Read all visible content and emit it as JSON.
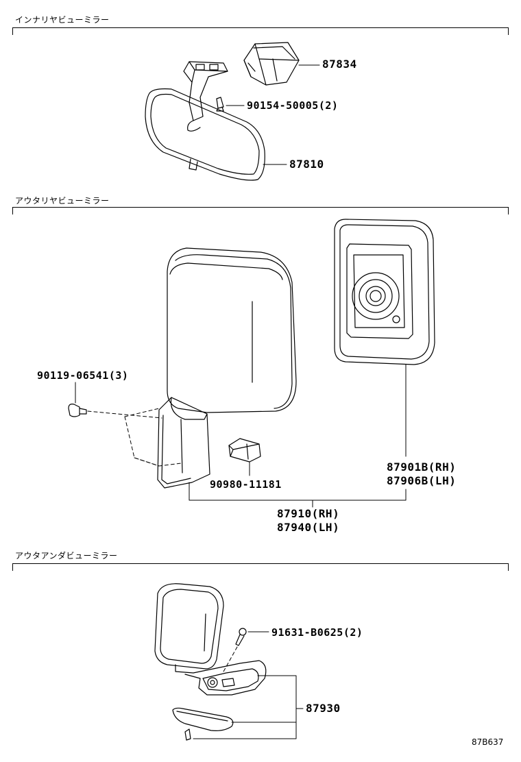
{
  "sections": [
    {
      "title": "インナリヤビューミラー",
      "parts": {
        "p87834": "87834",
        "p90154": "90154-50005(2)",
        "p87810": "87810"
      }
    },
    {
      "title": "アウタリヤビューミラー",
      "parts": {
        "p90119": "90119-06541(3)",
        "p87901": "87901B(RH)",
        "p87906": "87906B(LH)",
        "p90980": "90980-11181",
        "p87910": "87910(RH)",
        "p87940": "87940(LH)"
      }
    },
    {
      "title": "アウタアンダビューミラー",
      "parts": {
        "p91631": "91631-B0625(2)",
        "p87930": "87930"
      }
    }
  ],
  "diagram_code": "87B637"
}
